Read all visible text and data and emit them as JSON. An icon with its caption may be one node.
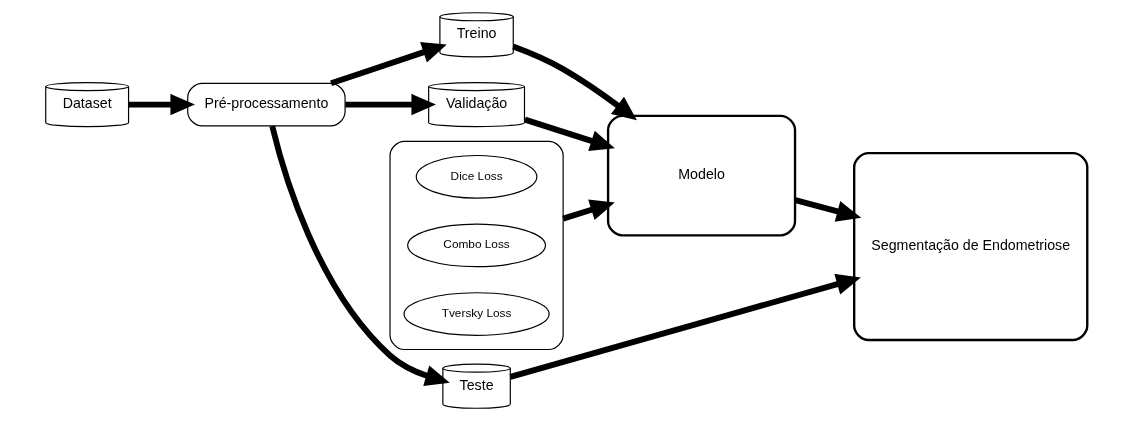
{
  "diagram": {
    "nodes": [
      {
        "text": [
          "Dataset"
        ]
      },
      {
        "text": [
          "Pré-processamento"
        ]
      },
      {
        "text": [
          "Treino"
        ]
      },
      {
        "text": [
          "Validação"
        ]
      },
      {
        "text": [
          "Teste"
        ]
      },
      {
        "text": [],
        "shape": "box"
      },
      {
        "text": [
          "Dice Loss"
        ],
        "in": 5
      },
      {
        "text": [
          "Combo Loss"
        ],
        "in": 5
      },
      {
        "text": [
          "Tversky Loss"
        ],
        "in": 5
      },
      {
        "text": [
          "Modelo"
        ]
      },
      {
        "text": [
          "Segmentação de Endometriose"
        ]
      }
    ],
    "edges": [
      {
        "from": 0,
        "to": 1,
        "arrow": "to"
      },
      {
        "from": 1,
        "to": 2,
        "arrow": "to"
      },
      {
        "from": 1,
        "to": 3,
        "arrow": "to"
      },
      {
        "from": 1,
        "to": 4,
        "arrow": "to"
      },
      {
        "from": 2,
        "to": 9,
        "arrow": "to"
      },
      {
        "from": 3,
        "to": 9,
        "arrow": "to"
      },
      {
        "from": 5,
        "to": 9,
        "arrow": "to"
      },
      {
        "from": 9,
        "to": 10,
        "arrow": "to"
      },
      {
        "from": 4,
        "to": 10,
        "arrow": "to"
      }
    ]
  }
}
